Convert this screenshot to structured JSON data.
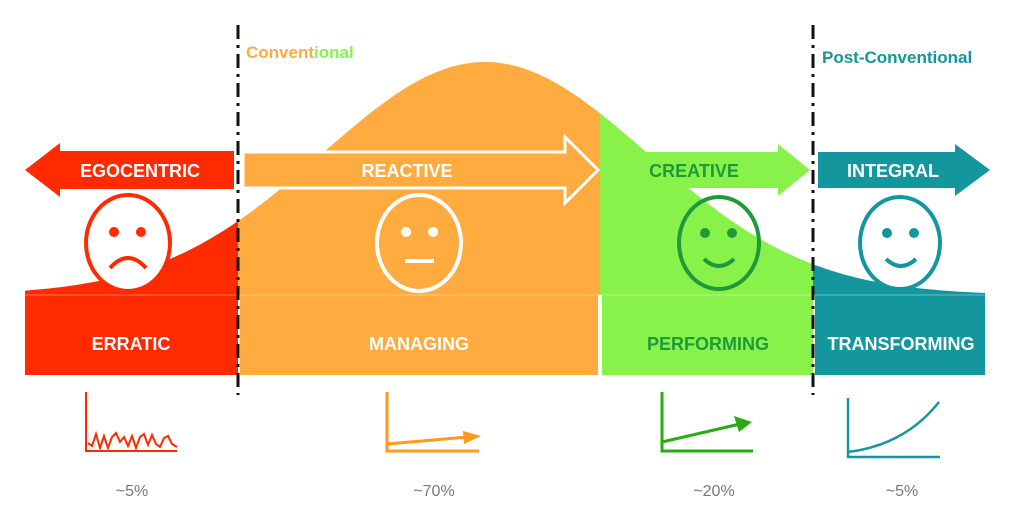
{
  "colors": {
    "erratic": "#ff2a00",
    "managing": "#ffab40",
    "performing": "#88f24b",
    "performing_dark": "#1e9a3a",
    "transforming": "#14969f",
    "chart_orange": "#ff9a1a",
    "chart_green": "#2aaa14",
    "percent_gray": "#777777"
  },
  "headers": {
    "conventional_part1": "Convent",
    "conventional_part2": "ional",
    "post_conventional": "Post-Conventional"
  },
  "arrows": [
    "EGOCENTRIC",
    "REACTIVE",
    "CREATIVE",
    "INTEGRAL"
  ],
  "stages": [
    {
      "label": "ERRATIC",
      "face": "sad-face-icon",
      "trend": "erratic-line-chart-icon",
      "share": "~5%"
    },
    {
      "label": "MANAGING",
      "face": "neutral-face-icon",
      "trend": "slow-growth-chart-icon",
      "share": "~70%"
    },
    {
      "label": "PERFORMING",
      "face": "smiling-face-icon",
      "trend": "growth-chart-icon",
      "share": "~20%"
    },
    {
      "label": "TRANSFORMING",
      "face": "smiling-face-icon",
      "trend": "exponential-chart-icon",
      "share": "~5%"
    }
  ]
}
